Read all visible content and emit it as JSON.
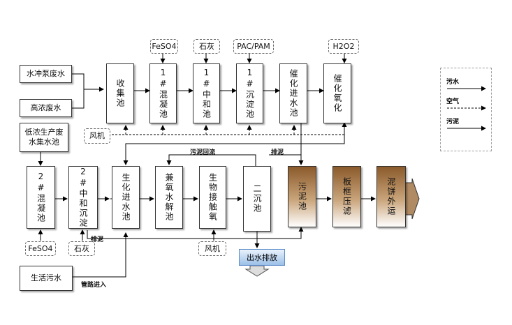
{
  "inputs": {
    "flush_wastewater": "水冲泵废水",
    "high_conc_wastewater": "高浓废水",
    "low_conc_wastewater": "低浓生产废水集水池",
    "domestic_sewage": "生活污水"
  },
  "reagents": {
    "feso4_top": "FeSO4",
    "lime_top": "石灰",
    "pac_pam": "PAC/PAM",
    "h2o2": "H2O2",
    "feso4_bottom": "FeSO4",
    "lime_bottom": "石灰",
    "blower_top": "风机",
    "blower_bottom": "风机"
  },
  "tanks_top": {
    "collection": "收集池",
    "coag1": "1#混凝池",
    "neutral1": "1#中和池",
    "settle1": "1#沉淀池",
    "cat_inlet": "催化进水池",
    "cat_oxid": "催化氧化"
  },
  "tanks_bottom": {
    "coag2": "2#混凝池",
    "neutral2": "2#中和沉淀",
    "bio_inlet": "生化进水池",
    "anaerobic": "兼氧水解池",
    "contact_oxid": "生物接触氧",
    "secondary": "二沉池",
    "sludge": "污泥池",
    "filter_press": "板框压滤",
    "cake": "泥饼外运"
  },
  "labels": {
    "sludge_return": "污泥回流",
    "discharge_top": "排泥",
    "discharge_bottom": "排泥",
    "pipeline_inlet": "管路进入",
    "effluent": "出水排放"
  },
  "legend": {
    "sewage": "污水",
    "air": "空气",
    "sludge": "污泥"
  }
}
